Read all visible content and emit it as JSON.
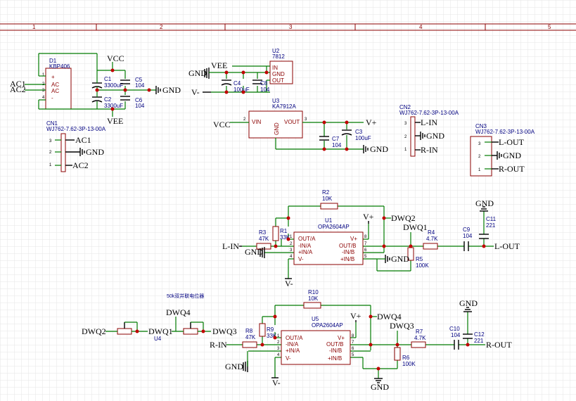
{
  "ruler": {
    "columns": [
      "1",
      "2",
      "3",
      "4",
      "5"
    ]
  },
  "note": "50k双并联电位器",
  "nets": {
    "vcc": "VCC",
    "vee": "VEE",
    "vplus": "V+",
    "vminus": "V-",
    "gnd": "GND",
    "ac1": "AC1",
    "ac2": "AC2",
    "lin": "L-IN",
    "rin": "R-IN",
    "lout": "L-OUT",
    "rout": "R-OUT",
    "dwq1": "DWQ1",
    "dwq2": "DWQ2",
    "dwq3": "DWQ3",
    "dwq4": "DWQ4"
  },
  "parts": {
    "d1": {
      "ref": "D1",
      "value": "KBP406",
      "pins": [
        "+",
        "AC",
        "AC",
        "-"
      ],
      "nums": [
        "1",
        "2",
        "3",
        "4"
      ]
    },
    "c1": {
      "ref": "C1",
      "value": "3300uF"
    },
    "c2": {
      "ref": "C2",
      "value": "3300uF"
    },
    "c5": {
      "ref": "C5",
      "value": "104"
    },
    "c6": {
      "ref": "C6",
      "value": "104"
    },
    "u2": {
      "ref": "U2",
      "value": "7812",
      "pins": [
        "IN",
        "GND",
        "OUT"
      ]
    },
    "c4": {
      "ref": "C4",
      "value": "100uF"
    },
    "c8": {
      "ref": "C8",
      "value": "104"
    },
    "u3": {
      "ref": "U3",
      "value": "KA7912A",
      "pins": [
        "VIN",
        "VOUT",
        "GND"
      ],
      "nums": [
        "2",
        "3",
        "1"
      ]
    },
    "c7": {
      "ref": "C7",
      "value": "104"
    },
    "c3": {
      "ref": "C3",
      "value": "100uF"
    },
    "cn1": {
      "ref": "CN1",
      "value": "WJ762-7.62-3P-13-00A"
    },
    "cn2": {
      "ref": "CN2",
      "value": "WJ762-7.62-3P-13-00A"
    },
    "cn3": {
      "ref": "CN3",
      "value": "WJ762-7.62-3P-13-00A"
    },
    "r1": {
      "ref": "R1",
      "value": "33K"
    },
    "r2": {
      "ref": "R2",
      "value": "10K"
    },
    "r3": {
      "ref": "R3",
      "value": "47K"
    },
    "r4": {
      "ref": "R4",
      "value": "4.7K"
    },
    "r5": {
      "ref": "R5",
      "value": "100K"
    },
    "c9": {
      "ref": "C9",
      "value": "104"
    },
    "c11": {
      "ref": "C11",
      "value": "221"
    },
    "u1": {
      "ref": "U1",
      "value": "OPA2604AP"
    },
    "u5": {
      "ref": "U5",
      "value": "OPA2604AP"
    },
    "opamp_pins": {
      "left": [
        "OUT/A",
        "-IN/A",
        "+IN/A",
        "V-"
      ],
      "right": [
        "V+",
        "OUT/B",
        "-IN/B",
        "+IN/B"
      ],
      "left_nums": [
        "1",
        "2",
        "3",
        "4"
      ],
      "right_nums": [
        "8",
        "7",
        "6",
        "5"
      ]
    },
    "r6": {
      "ref": "R6",
      "value": "100K"
    },
    "r7": {
      "ref": "R7",
      "value": "4.7K"
    },
    "r8": {
      "ref": "R8",
      "value": "47K"
    },
    "r9": {
      "ref": "R9",
      "value": "33K"
    },
    "r10": {
      "ref": "R10",
      "value": "10K"
    },
    "c10": {
      "ref": "C10",
      "value": "104"
    },
    "c12": {
      "ref": "C12",
      "value": "221"
    },
    "u4": {
      "ref": "U4"
    }
  },
  "colors": {
    "wire": "#007a00",
    "symbol": "#8b0000",
    "junction": "#c00000",
    "partText": "#000080",
    "grid": "#e6e6e6"
  }
}
